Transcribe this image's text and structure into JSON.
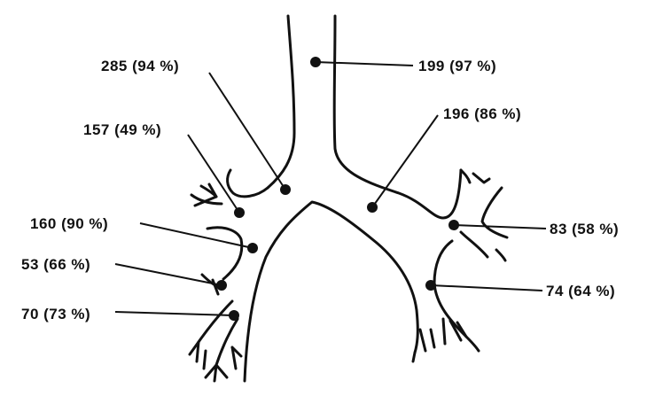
{
  "diagram": {
    "labels": [
      {
        "id": "trachea",
        "text": "199 (97 %)"
      },
      {
        "id": "right-main-bronchus",
        "text": "285 (94 %)"
      },
      {
        "id": "left-main-bronchus",
        "text": "196 (86 %)"
      },
      {
        "id": "right-upper-lobe",
        "text": "157 (49 %)"
      },
      {
        "id": "right-intermediate",
        "text": "160 (90 %)"
      },
      {
        "id": "right-middle-lobe",
        "text": "53 (66 %)"
      },
      {
        "id": "right-lower-lobe",
        "text": "70 (73 %)"
      },
      {
        "id": "left-upper-lobe",
        "text": "83 (58 %)"
      },
      {
        "id": "left-lower-lobe",
        "text": "74 (64 %)"
      }
    ]
  }
}
